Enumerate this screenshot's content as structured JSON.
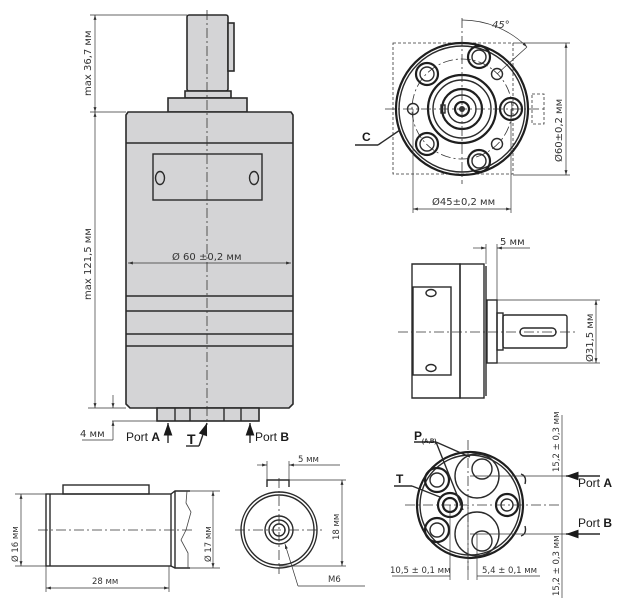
{
  "drawing": {
    "main_view": {
      "shaft_height": "max 36,7 мм",
      "body_height": "max 121,5 мм",
      "body_diameter": "Ø 60 ±0,2 мм",
      "port_offset": "4 мм",
      "port_a_prefix": "Port ",
      "port_a_letter": "A",
      "port_b_prefix": "Port ",
      "port_b_letter": "B",
      "tank_label": "T"
    },
    "top_view": {
      "angle": "45°",
      "outer_diameter": "Ø60±0,2 мм",
      "bolt_circle": "Ø45±0,2 мм",
      "callout": "C"
    },
    "side_view": {
      "flange_offset": "5 мм",
      "pilot_diameter": "Ø31,5 мм"
    },
    "port_view": {
      "pressure_label": "P",
      "pressure_subscript": "(A,B)",
      "tank_label": "T",
      "port_a_prefix": "Port ",
      "port_a_letter": "A",
      "port_b_prefix": "Port ",
      "port_b_letter": "B",
      "offset_top": "15,2 ± 0,3 мм",
      "offset_bottom": "15,2 ± 0,3 мм",
      "offset_left": "10,5 ± 0,1 мм",
      "offset_right": "5,4 ± 0,1 мм"
    },
    "shaft_detail": {
      "shaft_diameter": "Ø 16 мм",
      "collar_diameter": "Ø 17 мм",
      "shaft_length": "28 мм"
    },
    "shaft_end": {
      "key_width": "5 мм",
      "key_height": "18 мм",
      "thread": "M6"
    }
  }
}
